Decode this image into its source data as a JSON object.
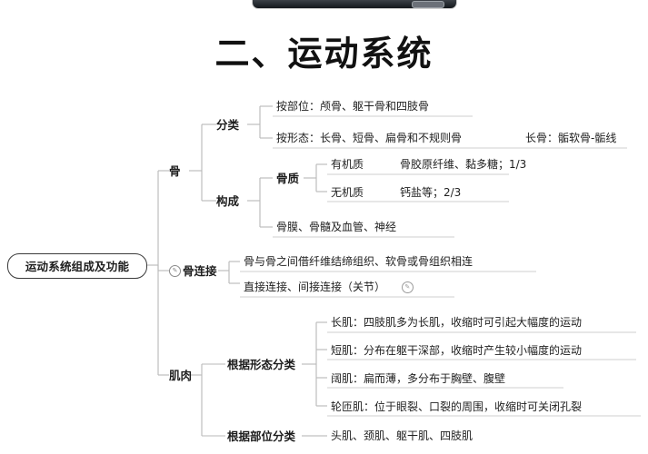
{
  "device": {
    "bar_name": "phone-status-bar",
    "speaker_name": "speaker-notch"
  },
  "heading": {
    "text": "二、运动系统"
  },
  "mindmap": {
    "root": {
      "label": "运动系统组成及功能"
    },
    "branches": [
      {
        "label": "骨",
        "children": [
          {
            "label": "分类",
            "children": [
              {
                "label": "按部位：颅骨、躯干骨和四肢骨"
              },
              {
                "label": "按形态：长骨、短骨、扁骨和不规则骨"
              }
            ],
            "aside": "长骨：骺软骨-骺线"
          },
          {
            "label": "构成",
            "children": [
              {
                "label": "骨质",
                "children": [
                  {
                    "label": "有机质",
                    "value": "骨胶原纤维、黏多糖；1/3"
                  },
                  {
                    "label": "无机质",
                    "value": "钙盐等；2/3"
                  }
                ]
              },
              {
                "label": "骨膜、骨髓及血管、神经"
              }
            ]
          }
        ]
      },
      {
        "label": "骨连接",
        "icon": "circle-note-icon",
        "children": [
          {
            "label": "骨与骨之间借纤维结缔组织、软骨或骨组织相连"
          },
          {
            "label": "直接连接、间接连接（关节）",
            "trailing_icon": "circle-note-icon"
          }
        ]
      },
      {
        "label": "肌肉",
        "children": [
          {
            "label": "根据形态分类",
            "children": [
              {
                "label": "长肌：四肢肌多为长肌，收缩时可引起大幅度的运动"
              },
              {
                "label": "短肌：分布在躯干深部，收缩时产生较小幅度的运动"
              },
              {
                "label": "阔肌：扁而薄，多分布于胸壁、腹壁"
              },
              {
                "label": "轮匝肌：位于眼裂、口裂的周围，收缩时可关闭孔裂"
              }
            ]
          },
          {
            "label": "根据部位分类",
            "children": [
              {
                "label": "头肌、颈肌、躯干肌、四肢肌"
              }
            ]
          }
        ]
      }
    ]
  },
  "colors": {
    "line": "#b5b5b5",
    "text": "#1d1d1d",
    "root_border": "#3a3a3a"
  }
}
